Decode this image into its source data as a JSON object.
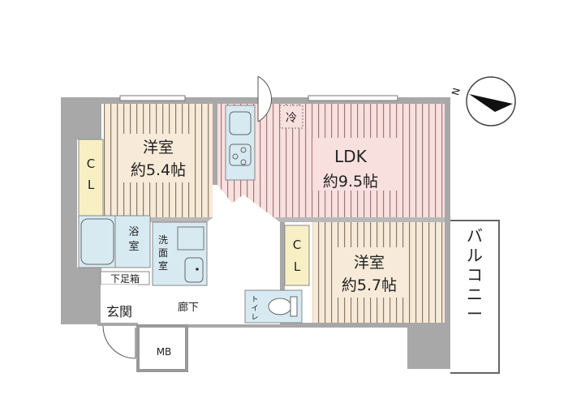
{
  "rooms": {
    "western1": {
      "name": "洋室",
      "size": "約5.4帖"
    },
    "ldk": {
      "name": "LDK",
      "size": "約9.5帖"
    },
    "western2": {
      "name": "洋室",
      "size": "約5.7帖"
    },
    "closet1": {
      "c": "C",
      "l": "L"
    },
    "closet2": {
      "c": "C",
      "l": "L"
    },
    "bath": {
      "line1": "浴",
      "line2": "室"
    },
    "washroom": {
      "line1": "洗",
      "line2": "面",
      "line3": "室"
    },
    "shoe_box": "下足箱",
    "entrance": "玄関",
    "hallway": "廊下",
    "toilet": {
      "line1": "ト",
      "line2": "イ",
      "line3": "レ"
    },
    "mb": "MB",
    "fridge": "冷",
    "balcony": {
      "chars": [
        "バ",
        "ル",
        "コ",
        "ニ",
        "ー"
      ]
    }
  },
  "compass": {
    "label": "N"
  },
  "colors": {
    "wall": "#a8a8a8",
    "western": "#f7ead8",
    "ldk": "#f8e0df",
    "closet": "#f8f0c4",
    "wet": "#d7eaf1"
  }
}
